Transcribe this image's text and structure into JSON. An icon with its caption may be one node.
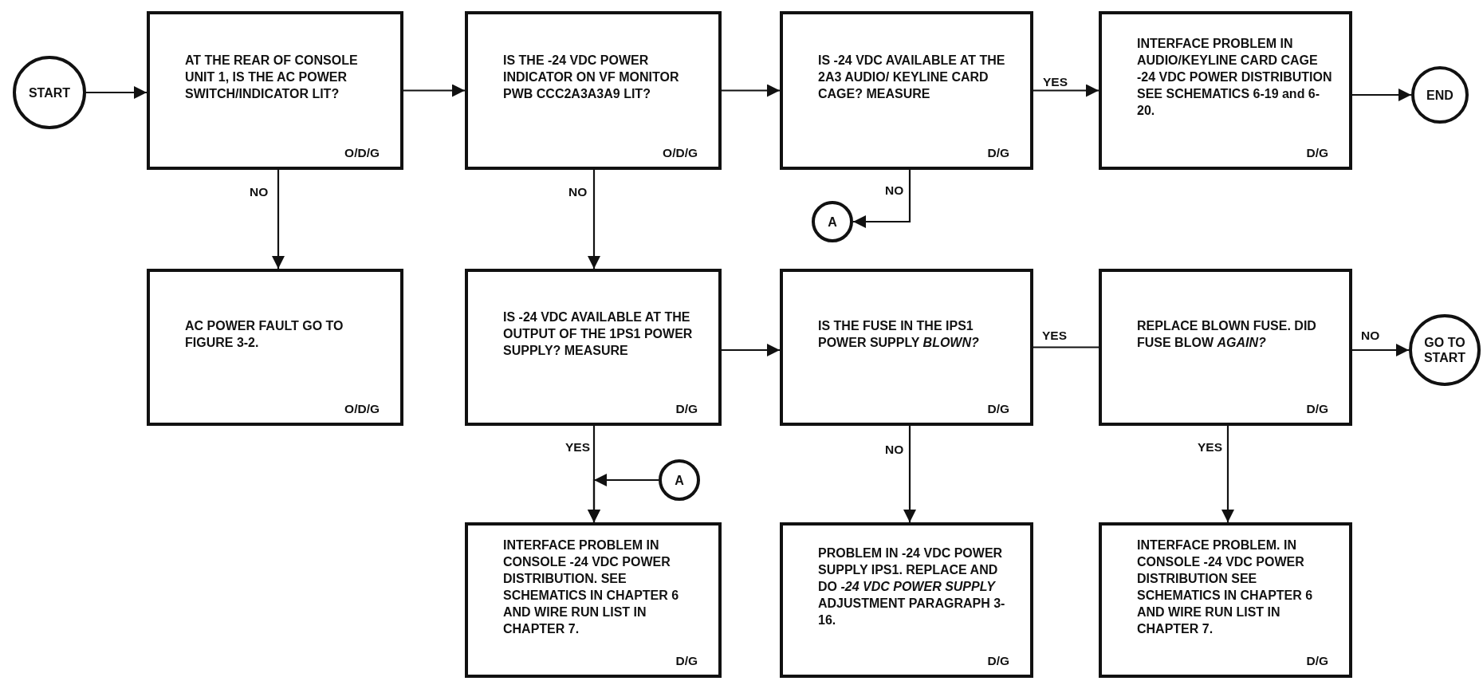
{
  "diagram": {
    "nodes": [
      {
        "text": [
          "START"
        ]
      },
      {
        "text": [
          "AT THE REAR OF CONSOLE UNIT 1, IS THE AC POWER SWITCH/INDICATOR LIT?",
          "O/D/G"
        ]
      },
      {
        "text": [
          "IS THE -24 VDC POWER INDICATOR ON VF MONITOR PWB CCC2A3A3A9 LIT?",
          "O/D/G"
        ]
      },
      {
        "text": [
          "IS -24 VDC AVAILABLE AT THE 2A3 AUDIO/ KEYLINE CARD CAGE? MEASURE",
          "D/G"
        ]
      },
      {
        "text": [
          "INTERFACE PROBLEM IN AUDIO/KEYLINE CARD CAGE -24 VDC POWER DISTRIBUTION SEE SCHEMATICS 6-19 and 6-20.",
          "D/G"
        ]
      },
      {
        "text": [
          "END"
        ]
      },
      {
        "text": [
          "A"
        ]
      },
      {
        "text": [
          "AC POWER FAULT GO TO FIGURE 3-2.",
          "O/D/G"
        ]
      },
      {
        "text": [
          "IS -24 VDC AVAILABLE AT THE OUTPUT OF THE 1PS1 POWER SUPPLY? MEASURE",
          "D/G"
        ]
      },
      {
        "text": [
          "IS THE FUSE IN THE IPS1 POWER SUPPLY *BLOWN?*",
          "D/G"
        ]
      },
      {
        "text": [
          "REPLACE BLOWN FUSE. DID FUSE BLOW *AGAIN?*",
          "D/G"
        ]
      },
      {
        "text": [
          "GO TO START"
        ]
      },
      {
        "text": [
          "A"
        ]
      },
      {
        "text": [
          "INTERFACE PROBLEM IN CONSOLE -24 VDC POWER DISTRIBUTION. SEE SCHEMATICS IN CHAPTER 6 AND WIRE RUN LIST IN CHAPTER 7.",
          "D/G"
        ]
      },
      {
        "text": [
          "PROBLEM IN -24 VDC POWER SUPPLY IPS1. REPLACE AND DO *-24 VDC POWER SUPPLY* ADJUSTMENT PARAGRAPH 3-16.",
          "D/G"
        ]
      },
      {
        "text": [
          "INTERFACE PROBLEM. IN CONSOLE -24 VDC POWER DISTRIBUTION SEE SCHEMATICS IN CHAPTER 6 AND WIRE RUN LIST IN CHAPTER 7.",
          "D/G"
        ]
      }
    ],
    "edges": [
      {
        "from": 0,
        "to": 1,
        "arrow": "to"
      },
      {
        "from": 1,
        "to": 2,
        "arrow": "to"
      },
      {
        "from": 2,
        "to": 3,
        "arrow": "to"
      },
      {
        "from": 3,
        "to": 4,
        "arrow": "to",
        "label": "YES"
      },
      {
        "from": 4,
        "to": 5,
        "arrow": "to"
      },
      {
        "from": 3,
        "to": 6,
        "arrow": "to",
        "label": "NO"
      },
      {
        "from": 1,
        "to": 7,
        "arrow": "to",
        "label": "NO"
      },
      {
        "from": 2,
        "to": 8,
        "arrow": "to",
        "label": "NO"
      },
      {
        "from": 8,
        "to": 9,
        "arrow": "to"
      },
      {
        "from": 9,
        "to": 10,
        "arrow": "none",
        "label": "YES"
      },
      {
        "from": 10,
        "to": 11,
        "arrow": "to",
        "label": "NO"
      },
      {
        "from": 8,
        "to": 13,
        "arrow": "to",
        "label": "YES"
      },
      {
        "from": 12,
        "to": 13,
        "arrow": "to"
      },
      {
        "from": 9,
        "to": 14,
        "arrow": "to",
        "label": "NO"
      },
      {
        "from": 10,
        "to": 15,
        "arrow": "to",
        "label": "YES"
      }
    ]
  }
}
